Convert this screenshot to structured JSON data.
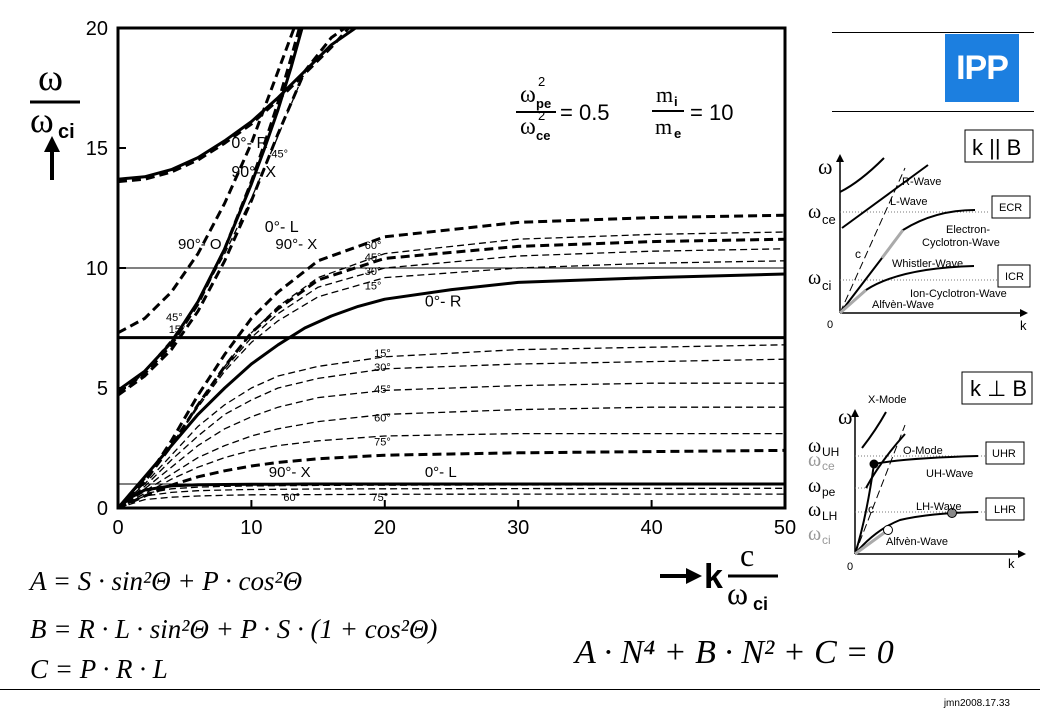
{
  "main_chart": {
    "chart_data": {
      "type": "line",
      "ylabel_top": "ω",
      "ylabel_bottom": "ω",
      "ylabel_sub": "ci",
      "xlabel_prefix": "k",
      "xlabel_top": "c",
      "xlabel_bottom": "ω",
      "xlabel_sub": "ci",
      "xlim": [
        0,
        50
      ],
      "ylim": [
        0,
        20
      ],
      "xticks": [
        "0",
        "10",
        "20",
        "30",
        "40",
        "50"
      ],
      "yticks": [
        "0",
        "5",
        "10",
        "15",
        "20"
      ],
      "params": {
        "ratio1_num": "ω",
        "ratio1_num_sub": "pe",
        "ratio1_num_sup": "2",
        "ratio1_den": "ω",
        "ratio1_den_sub": "ce",
        "ratio1_den_sup": "2",
        "ratio1_value": "= 0.5",
        "ratio2_num": "m",
        "ratio2_num_sub": "i",
        "ratio2_den": "m",
        "ratio2_den_sub": "e",
        "ratio2_value": "= 10"
      },
      "labels": {
        "r_high": "0°- R",
        "x_high": "90°- X",
        "deg45_high": "45°",
        "l_mid": "0°- L",
        "o_mode": "90°- O",
        "x_mid": "90°- X",
        "deg45_left": "45°",
        "deg15_left": "15°",
        "deg60_a": "60°",
        "deg45_a": "45°",
        "deg30_a": "30°",
        "deg15_a": "15°",
        "r_mid": "0°- R",
        "deg15_b": "15°",
        "deg30_b": "30°",
        "deg45_b": "45°",
        "deg60_b": "60°",
        "deg75_b": "75°",
        "x_low": "90°- X",
        "l_low": "0°- L",
        "deg60_c": "60°",
        "deg75_c": "75°"
      },
      "series": [
        {
          "style": "solid",
          "x": [
            0,
            1,
            2,
            4,
            6,
            8,
            10,
            12,
            14,
            16,
            18,
            20,
            25,
            30,
            40,
            50
          ],
          "y": [
            0,
            0.45,
            0.75,
            0.92,
            0.97,
            0.98,
            0.99,
            0.99,
            1.0,
            1.0,
            1.0,
            1.0,
            1.0,
            1.0,
            1.0,
            1.0
          ]
        },
        {
          "style": "solid",
          "x": [
            0,
            2,
            4,
            6,
            8,
            10,
            12,
            14,
            16,
            18,
            20,
            25,
            30,
            40,
            50
          ],
          "y": [
            0,
            1.3,
            2.6,
            3.9,
            5.0,
            6.0,
            6.8,
            7.5,
            8.0,
            8.4,
            8.7,
            9.1,
            9.4,
            9.6,
            9.75
          ]
        },
        {
          "style": "solid",
          "x": [
            0,
            50
          ],
          "y": [
            7.1,
            7.1
          ]
        },
        {
          "style": "solid",
          "x": [
            0,
            2,
            4,
            6,
            8,
            10,
            11,
            12,
            13,
            13.8
          ],
          "y": [
            4.9,
            5.7,
            6.9,
            8.6,
            10.8,
            13.5,
            15.0,
            16.6,
            18.4,
            20
          ]
        },
        {
          "style": "solid",
          "x": [
            0,
            2,
            4,
            6,
            8,
            10,
            12,
            14,
            16,
            17.8
          ],
          "y": [
            13.7,
            13.8,
            14.1,
            14.6,
            15.3,
            16.1,
            17.1,
            18.2,
            19.3,
            20
          ]
        },
        {
          "style": "dash",
          "x": [
            0,
            2,
            4,
            6,
            8,
            10,
            11,
            12,
            13,
            13.6
          ],
          "y": [
            4.8,
            5.6,
            6.8,
            8.5,
            10.8,
            13.6,
            15.2,
            16.9,
            18.8,
            20
          ]
        },
        {
          "style": "dash",
          "x": [
            0,
            2,
            4,
            6,
            8,
            10,
            11,
            12,
            13.2
          ],
          "y": [
            7.3,
            7.9,
            9.0,
            10.6,
            12.7,
            15.2,
            16.7,
            18.2,
            20
          ]
        },
        {
          "style": "dash",
          "x": [
            0,
            2,
            4,
            6,
            8,
            10,
            12,
            14,
            16,
            17.3
          ],
          "y": [
            13.6,
            13.7,
            14.0,
            14.5,
            15.2,
            16.0,
            17.0,
            18.1,
            19.2,
            20
          ]
        },
        {
          "style": "dash",
          "x": [
            0,
            2,
            4,
            6,
            8,
            10,
            12,
            15,
            20,
            30,
            40,
            50
          ],
          "y": [
            0,
            1.1,
            2.8,
            4.7,
            6.4,
            7.9,
            9.0,
            10.3,
            11.3,
            11.9,
            12.1,
            12.2
          ]
        },
        {
          "style": "dash",
          "x": [
            0,
            2,
            4,
            6,
            8,
            10,
            12,
            14,
            16,
            17
          ],
          "y": [
            4.7,
            5.5,
            6.6,
            8.2,
            10.3,
            12.8,
            15.6,
            18.2,
            19.6,
            20
          ]
        },
        {
          "style": "dash",
          "x": [
            0,
            2,
            4,
            6,
            8,
            10,
            12,
            15,
            20,
            30,
            40,
            50
          ],
          "y": [
            0,
            1.1,
            2.6,
            4.3,
            5.9,
            7.3,
            8.3,
            9.5,
            10.4,
            10.9,
            11.1,
            11.2
          ]
        },
        {
          "style": "thindash",
          "x": [
            0,
            1,
            2,
            4,
            6,
            8,
            10,
            12,
            14
          ],
          "y": [
            4.9,
            5.1,
            5.7,
            7.0,
            8.6,
            10.6,
            12.9,
            15.5,
            18.2
          ]
        },
        {
          "style": "thindash",
          "x": [
            0,
            2,
            4,
            6,
            8,
            10,
            12,
            15,
            20,
            30,
            40,
            50
          ],
          "y": [
            0,
            1.2,
            2.6,
            4.3,
            5.9,
            7.3,
            8.4,
            9.6,
            10.6,
            11.2,
            11.4,
            11.5
          ]
        },
        {
          "style": "thindash",
          "x": [
            0,
            2,
            4,
            6,
            8,
            10,
            12,
            15,
            20,
            30,
            40,
            50
          ],
          "y": [
            0,
            1.2,
            2.6,
            4.3,
            5.8,
            7.1,
            8.1,
            9.2,
            10.0,
            10.5,
            10.7,
            10.8
          ]
        },
        {
          "style": "thindash",
          "x": [
            0,
            2,
            4,
            6,
            8,
            10,
            12,
            15,
            20,
            30,
            40,
            50
          ],
          "y": [
            0,
            1.2,
            2.6,
            4.2,
            5.7,
            6.9,
            7.8,
            8.8,
            9.6,
            10.0,
            10.2,
            10.3
          ]
        },
        {
          "style": "thindash",
          "x": [
            0,
            2,
            4,
            6,
            8,
            10,
            12,
            15,
            20,
            30,
            40,
            50
          ],
          "y": [
            0,
            1.0,
            2.2,
            3.4,
            4.3,
            5.0,
            5.5,
            5.9,
            6.3,
            6.6,
            6.7,
            6.8
          ]
        },
        {
          "style": "thindash",
          "x": [
            0,
            2,
            4,
            6,
            8,
            10,
            12,
            15,
            20,
            30,
            40,
            50
          ],
          "y": [
            0,
            0.9,
            2.0,
            3.0,
            3.9,
            4.5,
            5.0,
            5.4,
            5.8,
            6.0,
            6.1,
            6.2
          ]
        },
        {
          "style": "thindash",
          "x": [
            0,
            2,
            4,
            6,
            8,
            10,
            12,
            15,
            20,
            30,
            40,
            50
          ],
          "y": [
            0,
            0.8,
            1.7,
            2.6,
            3.3,
            3.8,
            4.2,
            4.6,
            4.9,
            5.1,
            5.2,
            5.2
          ]
        },
        {
          "style": "thindash",
          "x": [
            0,
            2,
            4,
            6,
            8,
            10,
            12,
            15,
            20,
            30,
            40,
            50
          ],
          "y": [
            0,
            0.7,
            1.4,
            2.1,
            2.6,
            3.0,
            3.3,
            3.6,
            3.9,
            4.1,
            4.2,
            4.2
          ]
        },
        {
          "style": "thindash",
          "x": [
            0,
            2,
            4,
            6,
            8,
            10,
            12,
            15,
            20,
            30,
            40,
            50
          ],
          "y": [
            0,
            0.6,
            1.2,
            1.7,
            2.1,
            2.4,
            2.6,
            2.8,
            3.0,
            3.1,
            3.1,
            3.1
          ]
        },
        {
          "style": "dash",
          "x": [
            0,
            2,
            4,
            6,
            8,
            10,
            12,
            15,
            20,
            30,
            40,
            50
          ],
          "y": [
            0,
            0.5,
            0.95,
            1.3,
            1.55,
            1.75,
            1.9,
            2.05,
            2.2,
            2.3,
            2.35,
            2.4
          ]
        },
        {
          "style": "thindash",
          "x": [
            0,
            2,
            4,
            6,
            8,
            10,
            15,
            20,
            30,
            50
          ],
          "y": [
            0,
            0.6,
            0.8,
            0.87,
            0.9,
            0.92,
            0.94,
            0.95,
            0.96,
            0.97
          ]
        },
        {
          "style": "thindash",
          "x": [
            0,
            2,
            4,
            6,
            8,
            10,
            15,
            20,
            30,
            50
          ],
          "y": [
            0,
            0.5,
            0.65,
            0.72,
            0.75,
            0.77,
            0.79,
            0.8,
            0.81,
            0.82
          ]
        },
        {
          "style": "thindash",
          "x": [
            0,
            2,
            4,
            6,
            8,
            10,
            15,
            20,
            30,
            50
          ],
          "y": [
            0,
            0.35,
            0.45,
            0.5,
            0.53,
            0.55,
            0.56,
            0.57,
            0.58,
            0.58
          ]
        }
      ]
    }
  },
  "panel_parallel": {
    "chart_data": {
      "type": "line",
      "title": "k || B",
      "ylabel": "ω",
      "xlabel": "k",
      "origin": "0",
      "y_marks": [
        {
          "name": "ω",
          "sub": "ce"
        },
        {
          "name": "ω",
          "sub": "ci"
        }
      ],
      "c_label": "c",
      "wave_labels": {
        "r_wave": "R-Wave",
        "l_wave": "L-Wave",
        "electron": "Electron-",
        "electron2": "Cyclotron-Wave",
        "whistler": "Whistler-Wave",
        "ion": "Ion-Cyclotron-Wave",
        "alfven": "Alfvèn-Wave"
      },
      "badges": [
        "ECR",
        "ICR"
      ]
    }
  },
  "panel_perp": {
    "chart_data": {
      "type": "line",
      "title": "k ⊥ B",
      "ylabel": "ω",
      "xlabel": "k",
      "origin": "0",
      "y_marks": [
        {
          "name": "ω",
          "sub": "UH"
        },
        {
          "name": "ω",
          "sub": "ce"
        },
        {
          "name": "ω",
          "sub": "pe"
        },
        {
          "name": "ω",
          "sub": "LH"
        },
        {
          "name": "ω",
          "sub": "ci"
        }
      ],
      "c_label": "c",
      "wave_labels": {
        "x_mode": "X-Mode",
        "o_mode": "O-Mode",
        "uh_wave": "UH-Wave",
        "lh_wave": "LH-Wave",
        "alfven": "Alfvèn-Wave"
      },
      "badges": [
        "UHR",
        "LHR"
      ]
    }
  },
  "logo": {
    "text": "IPP",
    "color": "#1c7fe0"
  },
  "equations": {
    "a": "A = S · sin²Θ + P · cos²Θ",
    "b": "B = R · L · sin²Θ + P · S · (1 + cos²Θ)",
    "c": "C = P · R · L",
    "dispersion": "A · N⁴ + B · N² + C = 0"
  },
  "footer": "jmn2008.17.33"
}
